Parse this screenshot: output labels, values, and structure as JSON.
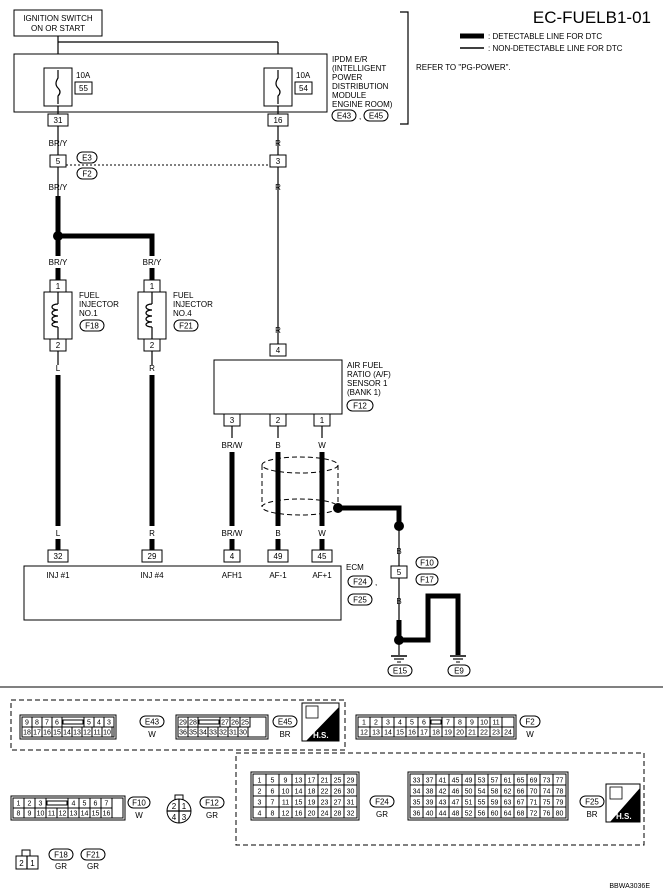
{
  "diagram_id": "EC-FUELB1-01",
  "legend": {
    "detectable": ": DETECTABLE LINE FOR DTC",
    "non_detectable": ": NON-DETECTABLE LINE FOR DTC"
  },
  "refer": "REFER TO \"PG-POWER\".",
  "ignition": {
    "line1": "IGNITION SWITCH",
    "line2": "ON OR START"
  },
  "ipdm": {
    "lines": [
      "IPDM E/R",
      "(INTELLIGENT",
      "POWER",
      "DISTRIBUTION",
      "MODULE",
      "ENGINE ROOM)"
    ],
    "fuse_left": {
      "amp": "10A",
      "num": "55"
    },
    "fuse_right": {
      "amp": "10A",
      "num": "54"
    },
    "pin_left": "31",
    "pin_right": "16",
    "conn1": "E43",
    "comma": ",",
    "conn2": "E45"
  },
  "joint1": {
    "pin_left": "5",
    "pin_right": "3",
    "conn_a": "E3",
    "conn_b": "F2"
  },
  "wires": {
    "bry": "BR/Y",
    "r": "R",
    "l": "L",
    "brw": "BR/W",
    "b": "B",
    "w": "W"
  },
  "injector1": {
    "lines": [
      "FUEL",
      "INJECTOR",
      "NO.1"
    ],
    "conn": "F18",
    "pin_top": "1",
    "pin_bottom": "2"
  },
  "injector4": {
    "lines": [
      "FUEL",
      "INJECTOR",
      "NO.4"
    ],
    "conn": "F21",
    "pin_top": "1",
    "pin_bottom": "2"
  },
  "af_sensor": {
    "lines": [
      "AIR FUEL",
      "RATIO (A/F)",
      "SENSOR 1",
      "(BANK 1)"
    ],
    "conn": "F12",
    "pin_top": "4",
    "pins_bottom": [
      "3",
      "2",
      "1"
    ]
  },
  "ecm": {
    "label": "ECM",
    "conn1": "F24",
    "comma": ",",
    "conn2": "F25",
    "pins": [
      "32",
      "29",
      "4",
      "49",
      "45"
    ],
    "terminals": [
      "INJ #1",
      "INJ #4",
      "AFH1",
      "AF-1",
      "AF+1"
    ]
  },
  "joint2": {
    "pin": "5",
    "conn_a": "F10",
    "conn_b": "F17"
  },
  "grounds": [
    "E15",
    "E9"
  ],
  "connectors": {
    "e43": {
      "code": "E43",
      "color": "W",
      "row1": [
        "9",
        "8",
        "7",
        "6",
        "5",
        "4",
        "3"
      ],
      "row2": [
        "18",
        "17",
        "16",
        "15",
        "14",
        "13",
        "12",
        "11",
        "10"
      ]
    },
    "e45": {
      "code": "E45",
      "color": "BR",
      "row1": [
        "29",
        "28",
        "27",
        "26",
        "25"
      ],
      "row2": [
        "36",
        "35",
        "34",
        "33",
        "32",
        "31",
        "30"
      ]
    },
    "f2": {
      "code": "F2",
      "color": "W",
      "row1": [
        "1",
        "2",
        "3",
        "4",
        "5",
        "6",
        "7",
        "8",
        "9",
        "10",
        "11"
      ],
      "row2": [
        "12",
        "13",
        "14",
        "15",
        "16",
        "17",
        "18",
        "19",
        "20",
        "21",
        "22",
        "23",
        "24"
      ]
    },
    "f10": {
      "code": "F10",
      "color": "W",
      "row1": [
        "1",
        "2",
        "3",
        "4",
        "5",
        "6",
        "7"
      ],
      "row2": [
        "8",
        "9",
        "10",
        "11",
        "12",
        "13",
        "14",
        "15",
        "16"
      ]
    },
    "f12": {
      "code": "F12",
      "color": "GR",
      "pins": [
        "2",
        "1",
        "4",
        "3"
      ]
    },
    "f18": {
      "code": "F18",
      "color": "GR"
    },
    "f21": {
      "code": "F21",
      "color": "GR"
    },
    "f18f21_pins": [
      "2",
      "1"
    ],
    "f24": {
      "code": "F24",
      "color": "GR",
      "rows": [
        [
          "1",
          "5",
          "9",
          "13",
          "17",
          "21",
          "25",
          "29"
        ],
        [
          "2",
          "6",
          "10",
          "14",
          "18",
          "22",
          "26",
          "30"
        ],
        [
          "3",
          "7",
          "11",
          "15",
          "19",
          "23",
          "27",
          "31"
        ],
        [
          "4",
          "8",
          "12",
          "16",
          "20",
          "24",
          "28",
          "32"
        ]
      ]
    },
    "f25": {
      "code": "F25",
      "color": "BR",
      "rows": [
        [
          "33",
          "37",
          "41",
          "45",
          "49",
          "53",
          "57",
          "61",
          "65",
          "69",
          "73",
          "77"
        ],
        [
          "34",
          "38",
          "42",
          "46",
          "50",
          "54",
          "58",
          "62",
          "66",
          "70",
          "74",
          "78"
        ],
        [
          "35",
          "39",
          "43",
          "47",
          "51",
          "55",
          "59",
          "63",
          "67",
          "71",
          "75",
          "79"
        ],
        [
          "36",
          "40",
          "44",
          "48",
          "52",
          "56",
          "60",
          "64",
          "68",
          "72",
          "76",
          "80"
        ]
      ]
    },
    "hs": "H.S."
  },
  "footer_code": "BBWA3036E"
}
